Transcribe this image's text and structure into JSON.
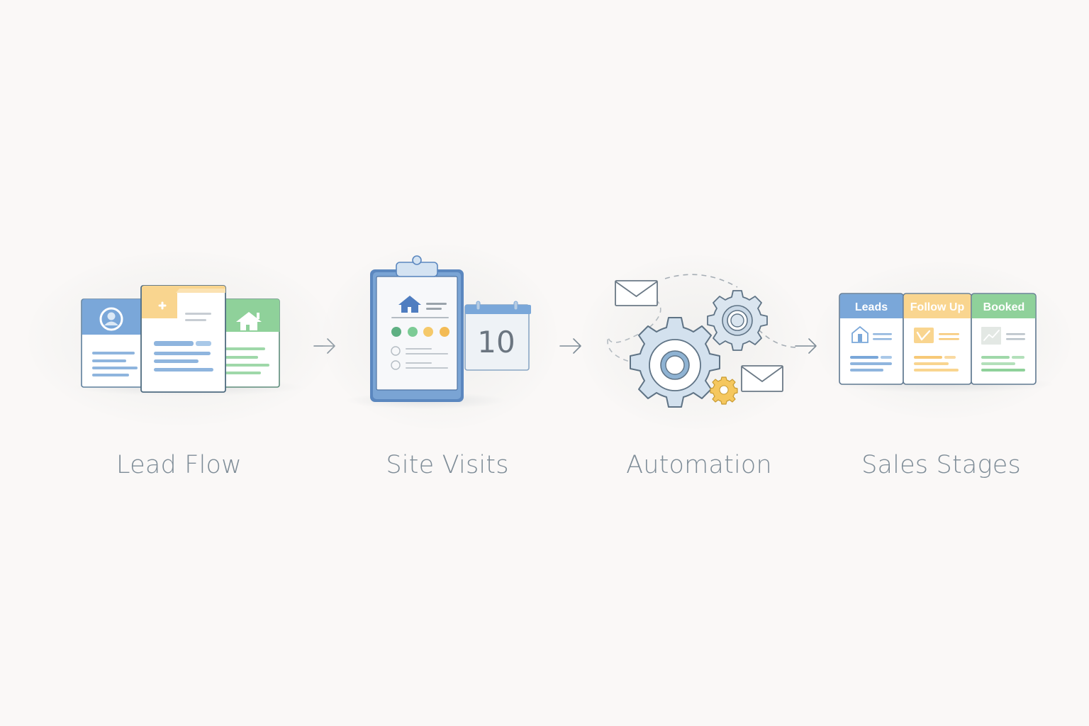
{
  "diagram": {
    "type": "process-flow",
    "background_color": "#faf8f7",
    "steps": [
      {
        "id": "lead-flow",
        "label": "Lead Flow",
        "illustration": "three-contact-cards",
        "icons": [
          "user-avatar-icon",
          "plus-icon",
          "house-icon"
        ],
        "colors": {
          "blue": "#7aa7d9",
          "yellow": "#f9d58f",
          "green": "#8fd19a"
        }
      },
      {
        "id": "site-visits",
        "label": "Site Visits",
        "illustration": "clipboard-with-calendar",
        "icons": [
          "house-icon",
          "status-dots",
          "checklist-circles",
          "calendar-icon"
        ],
        "calendar_day": "10",
        "status_dot_colors": [
          "#5fb083",
          "#7ccb95",
          "#f5c96a",
          "#f3bb55"
        ]
      },
      {
        "id": "automation",
        "label": "Automation",
        "illustration": "gears-with-envelopes",
        "icons": [
          "envelope-icon",
          "large-gear-icon",
          "medium-gear-icon",
          "small-gear-icon",
          "envelope-icon"
        ]
      },
      {
        "id": "sales-stages",
        "label": "Sales Stages",
        "illustration": "kanban-columns",
        "columns": [
          {
            "title": "Leads",
            "color": "#7aa7d9",
            "icon": "house-icon"
          },
          {
            "title": "Follow Up",
            "color": "#f9d58f",
            "icon": "check-icon"
          },
          {
            "title": "Booked",
            "color": "#8fd19a",
            "icon": "chart-line-icon"
          }
        ]
      }
    ],
    "connectors": [
      "arrow-right",
      "arrow-right",
      "arrow-right"
    ]
  }
}
